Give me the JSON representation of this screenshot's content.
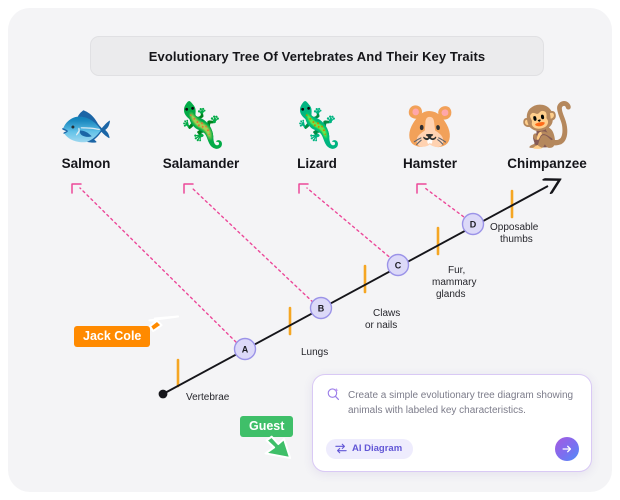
{
  "header": {
    "title": "Evolutionary Tree Of Vertebrates And Their Key Traits"
  },
  "animals": [
    {
      "name": "Salmon",
      "icon": "salmon-fish-icon",
      "glyph": "🐟"
    },
    {
      "name": "Salamander",
      "icon": "salamander-icon",
      "glyph": "🦎"
    },
    {
      "name": "Lizard",
      "icon": "lizard-icon",
      "glyph": "🦎"
    },
    {
      "name": "Hamster",
      "icon": "hamster-icon",
      "glyph": "🐹"
    },
    {
      "name": "Chimpanzee",
      "icon": "chimpanzee-icon",
      "glyph": "🐒"
    }
  ],
  "diagram": {
    "root_label": "Vertebrae",
    "nodes": [
      {
        "id": "A",
        "label": "A"
      },
      {
        "id": "B",
        "label": "B"
      },
      {
        "id": "C",
        "label": "C"
      },
      {
        "id": "D",
        "label": "D"
      }
    ],
    "traits": [
      {
        "label": "Lungs"
      },
      {
        "label": "Claws",
        "label2": "or nails"
      },
      {
        "label": "Fur,",
        "label2": "mammary",
        "label3": "glands"
      },
      {
        "label": "Opposable",
        "label2": "thumbs"
      }
    ],
    "colors": {
      "axis": "#15151a",
      "node_fill": "#dcd9f8",
      "node_stroke": "#9b93e8",
      "tick": "#f5a623",
      "connector": "#f0view"
    }
  },
  "cursors": [
    {
      "name": "Jack Cole",
      "color": "#ff8a00"
    },
    {
      "name": "Guest",
      "color": "#3fbf69"
    }
  ],
  "prompt": {
    "text": "Create a simple evolutionary tree diagram showing animals with labeled key characteristics.",
    "chip_label": "AI Diagram",
    "search_icon": "sparkle-search-icon",
    "swap_icon": "swap-arrows-icon",
    "send_icon": "arrow-right-icon"
  }
}
